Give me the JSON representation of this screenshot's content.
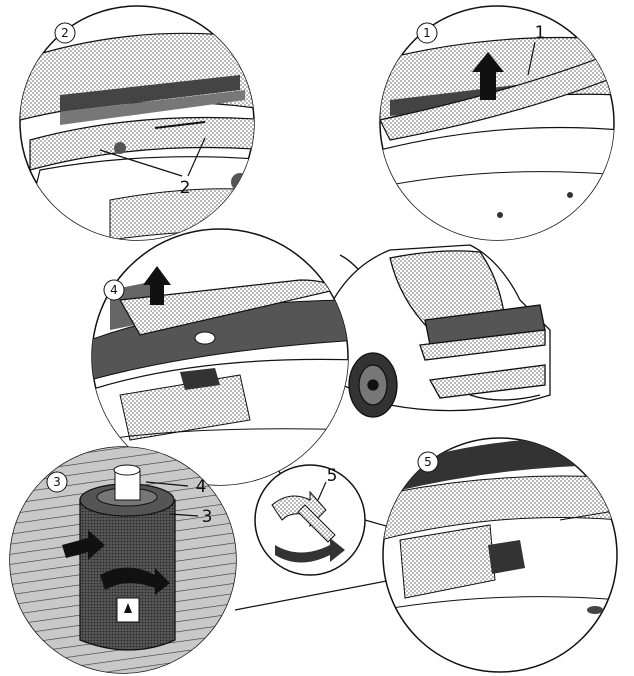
{
  "steps": {
    "s1": "1",
    "s2": "2",
    "s3": "3",
    "s4": "4",
    "s5": "5"
  },
  "callouts": {
    "c1": "1",
    "c2": "2",
    "c3": "3",
    "c4": "4",
    "c5": "5"
  },
  "colors": {
    "line": "#111111",
    "shade": "#9a9a9a",
    "dark": "#3a3a3a",
    "paper": "#ffffff"
  }
}
